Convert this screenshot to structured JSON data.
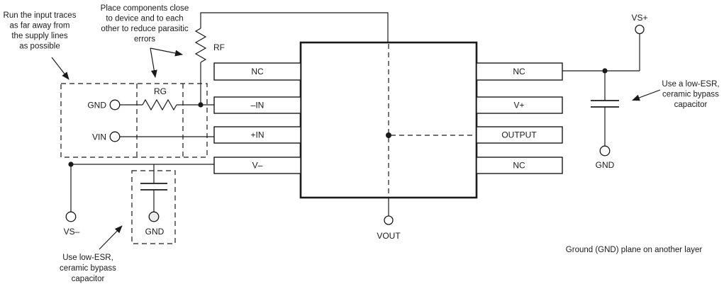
{
  "annotations": {
    "run_input_traces": {
      "line1": "Run the input traces",
      "line2": "as far away from",
      "line3": "the supply lines",
      "line4": "as possible"
    },
    "place_components": {
      "line1": "Place components close",
      "line2": "to device and to each",
      "line3": "other to reduce parasitic",
      "line4": "errors"
    },
    "bypass_left": {
      "line1": "Use low-ESR,",
      "line2": "ceramic bypass",
      "line3": "capacitor"
    },
    "bypass_right": {
      "line1": "Use a low-ESR,",
      "line2": "ceramic bypass",
      "line3": "capacitor"
    },
    "ground_plane": "Ground (GND) plane on another layer"
  },
  "components": {
    "rf_label": "RF",
    "rg_label": "RG"
  },
  "terminals": {
    "gnd_input": "GND",
    "vin": "VIN",
    "vs_minus": "VS–",
    "gnd_left_cap": "GND",
    "vs_plus": "VS+",
    "gnd_right_cap": "GND",
    "vout": "VOUT"
  },
  "ic": {
    "left_pins": [
      "NC",
      "–IN",
      "+IN",
      "V–"
    ],
    "right_pins": [
      "NC",
      "V+",
      "OUTPUT",
      "NC"
    ]
  },
  "colors": {
    "line": "#1a1a1a",
    "background": "#ffffff"
  }
}
